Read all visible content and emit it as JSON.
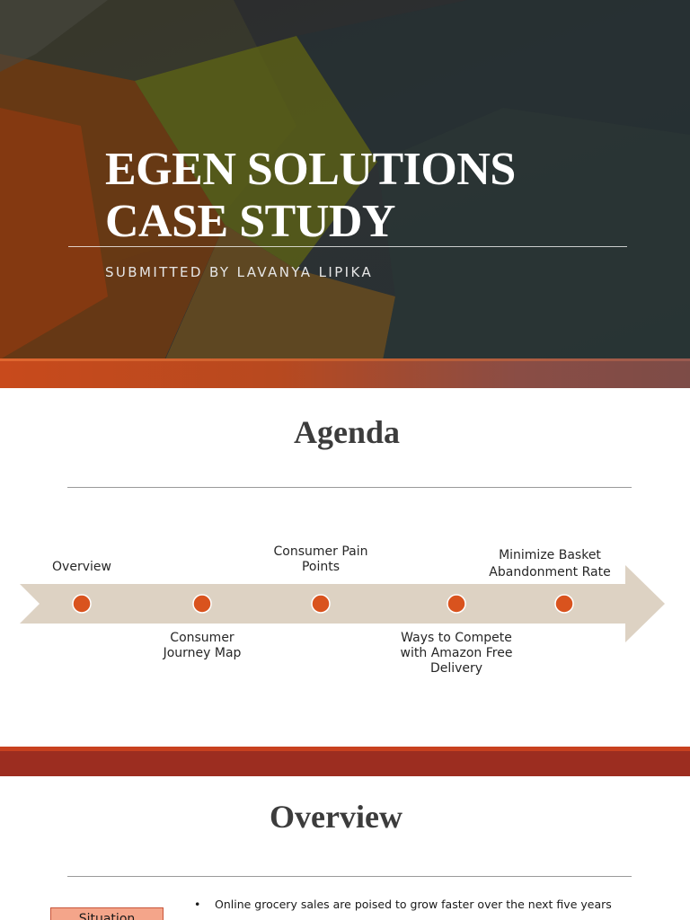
{
  "title_slide": {
    "title_line1": "EGEN SOLUTIONS",
    "title_line2": "CASE STUDY",
    "subtitle": "SUBMITTED BY LAVANYA LIPIKA"
  },
  "agenda_slide": {
    "heading": "Agenda",
    "items": [
      {
        "label_line1": "Overview",
        "label_line2": ""
      },
      {
        "label_line1": "Consumer",
        "label_line2": "Journey Map"
      },
      {
        "label_line1": "Consumer Pain",
        "label_line2": "Points"
      },
      {
        "label_line1": "Ways to Compete",
        "label_line2": "with Amazon Free",
        "label_line3": "Delivery"
      },
      {
        "label_line1": "Minimize Basket",
        "label_line2": "Abandonment Rate"
      }
    ],
    "colors": {
      "arrow": "#ddd2c3",
      "marker": "#d9531e",
      "band": "#9c2d20"
    }
  },
  "overview_slide": {
    "heading": "Overview",
    "situation_label": "Situation",
    "bullets": [
      "Online grocery sales are poised to grow faster over the next five years"
    ],
    "bullet_glyph": "•"
  }
}
